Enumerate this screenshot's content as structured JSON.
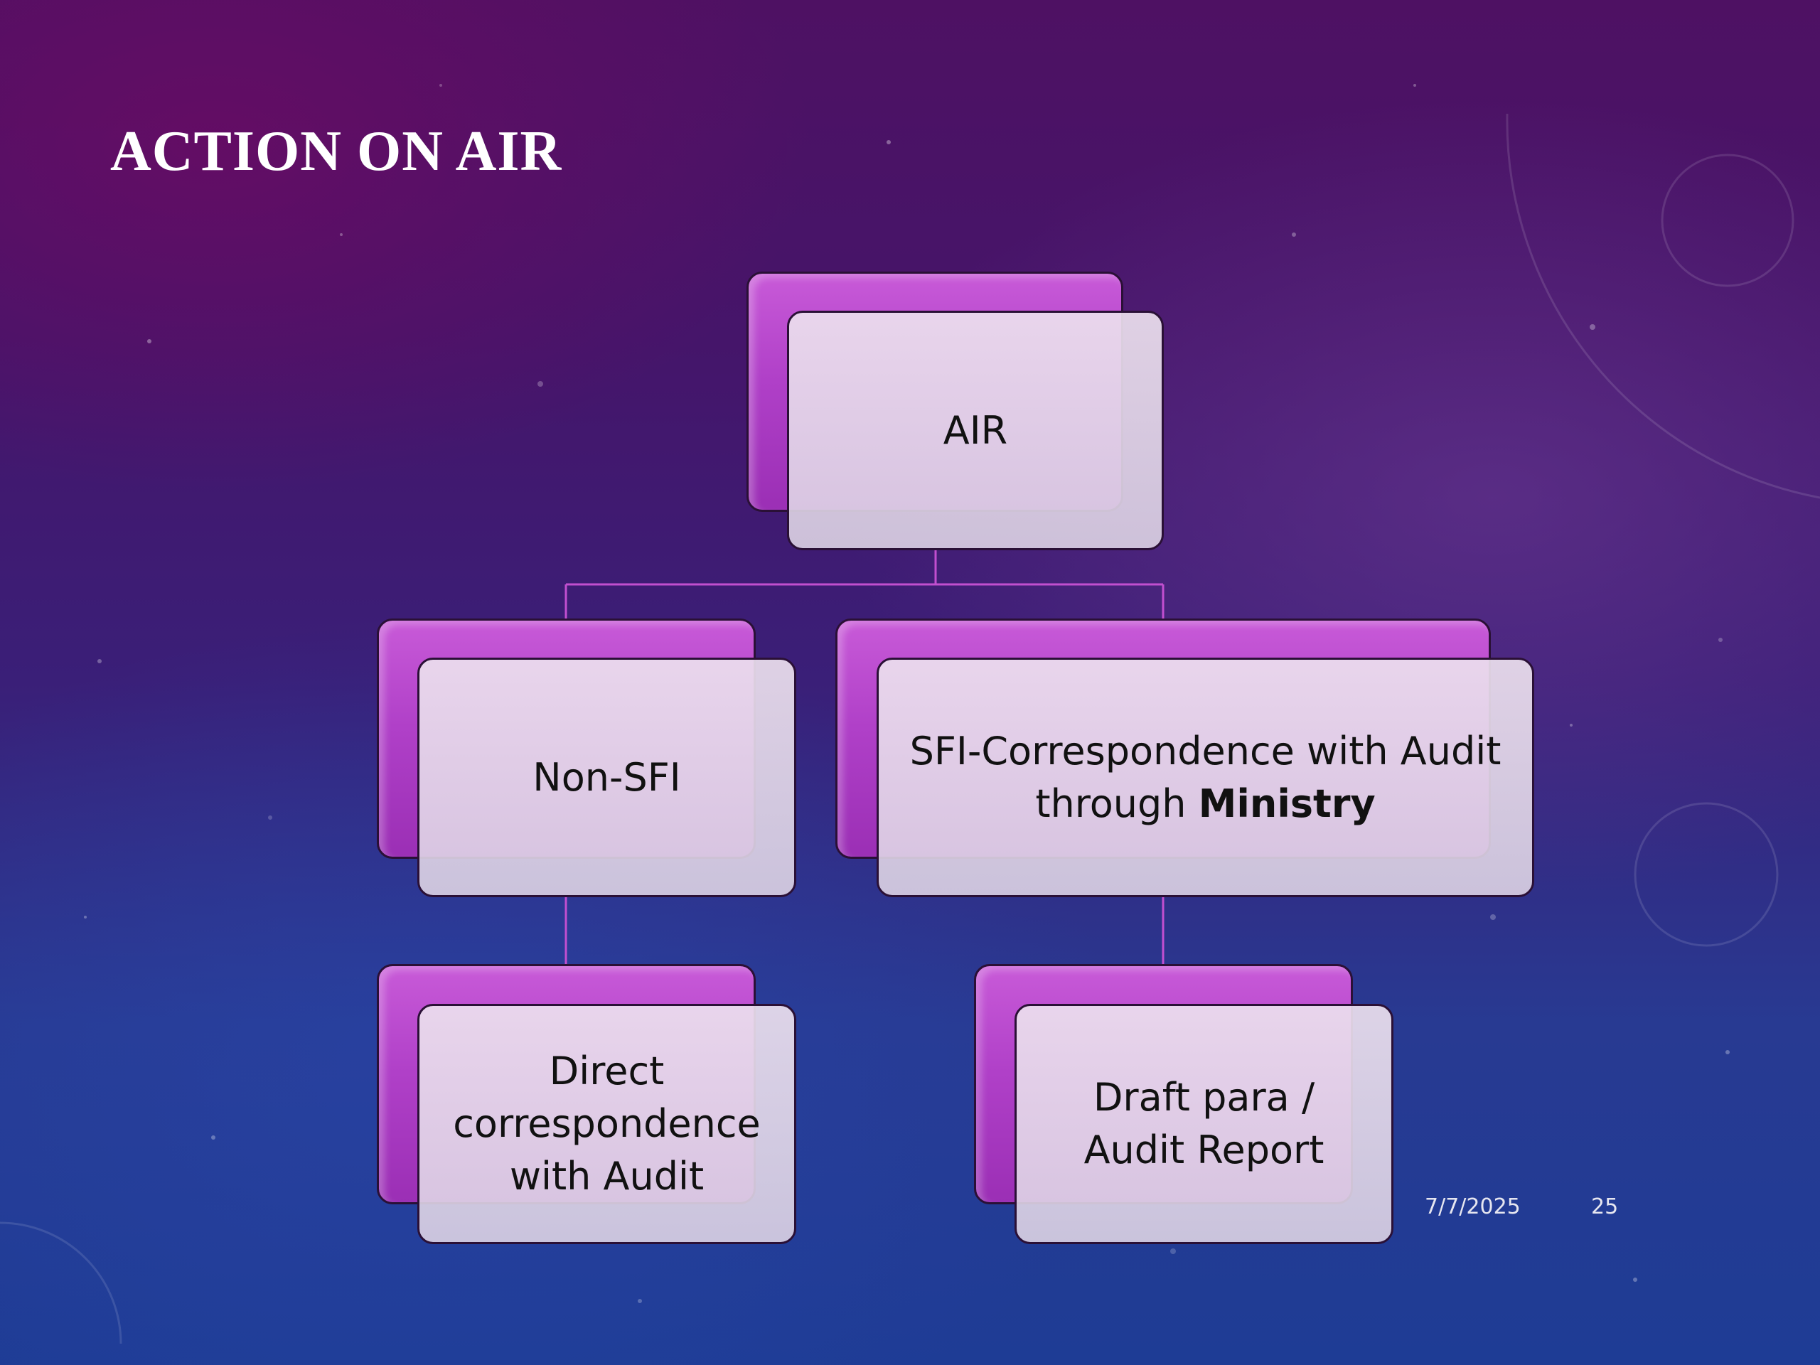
{
  "slide": {
    "title": "ACTION ON AIR",
    "date": "7/7/2025",
    "page_number": "25"
  },
  "diagram": {
    "nodes": {
      "air": {
        "label": "AIR"
      },
      "non_sfi": {
        "label": "Non-SFI"
      },
      "sfi": {
        "label_main": "SFI-Correspondence with Audit through ",
        "label_bold": "Ministry"
      },
      "direct": {
        "label": "Direct correspondence with Audit"
      },
      "draft": {
        "label": "Draft para / Audit Report"
      }
    },
    "edges": [
      {
        "from": "AIR",
        "to": "Non-SFI"
      },
      {
        "from": "AIR",
        "to": "SFI-Correspondence with Audit through Ministry"
      },
      {
        "from": "Non-SFI",
        "to": "Direct correspondence with Audit"
      },
      {
        "from": "SFI-Correspondence with Audit through Ministry",
        "to": "Draft para / Audit Report"
      }
    ]
  },
  "colors": {
    "box_back": "#b040c8",
    "box_front": "#e6dce8",
    "connector": "#c24fd0"
  }
}
